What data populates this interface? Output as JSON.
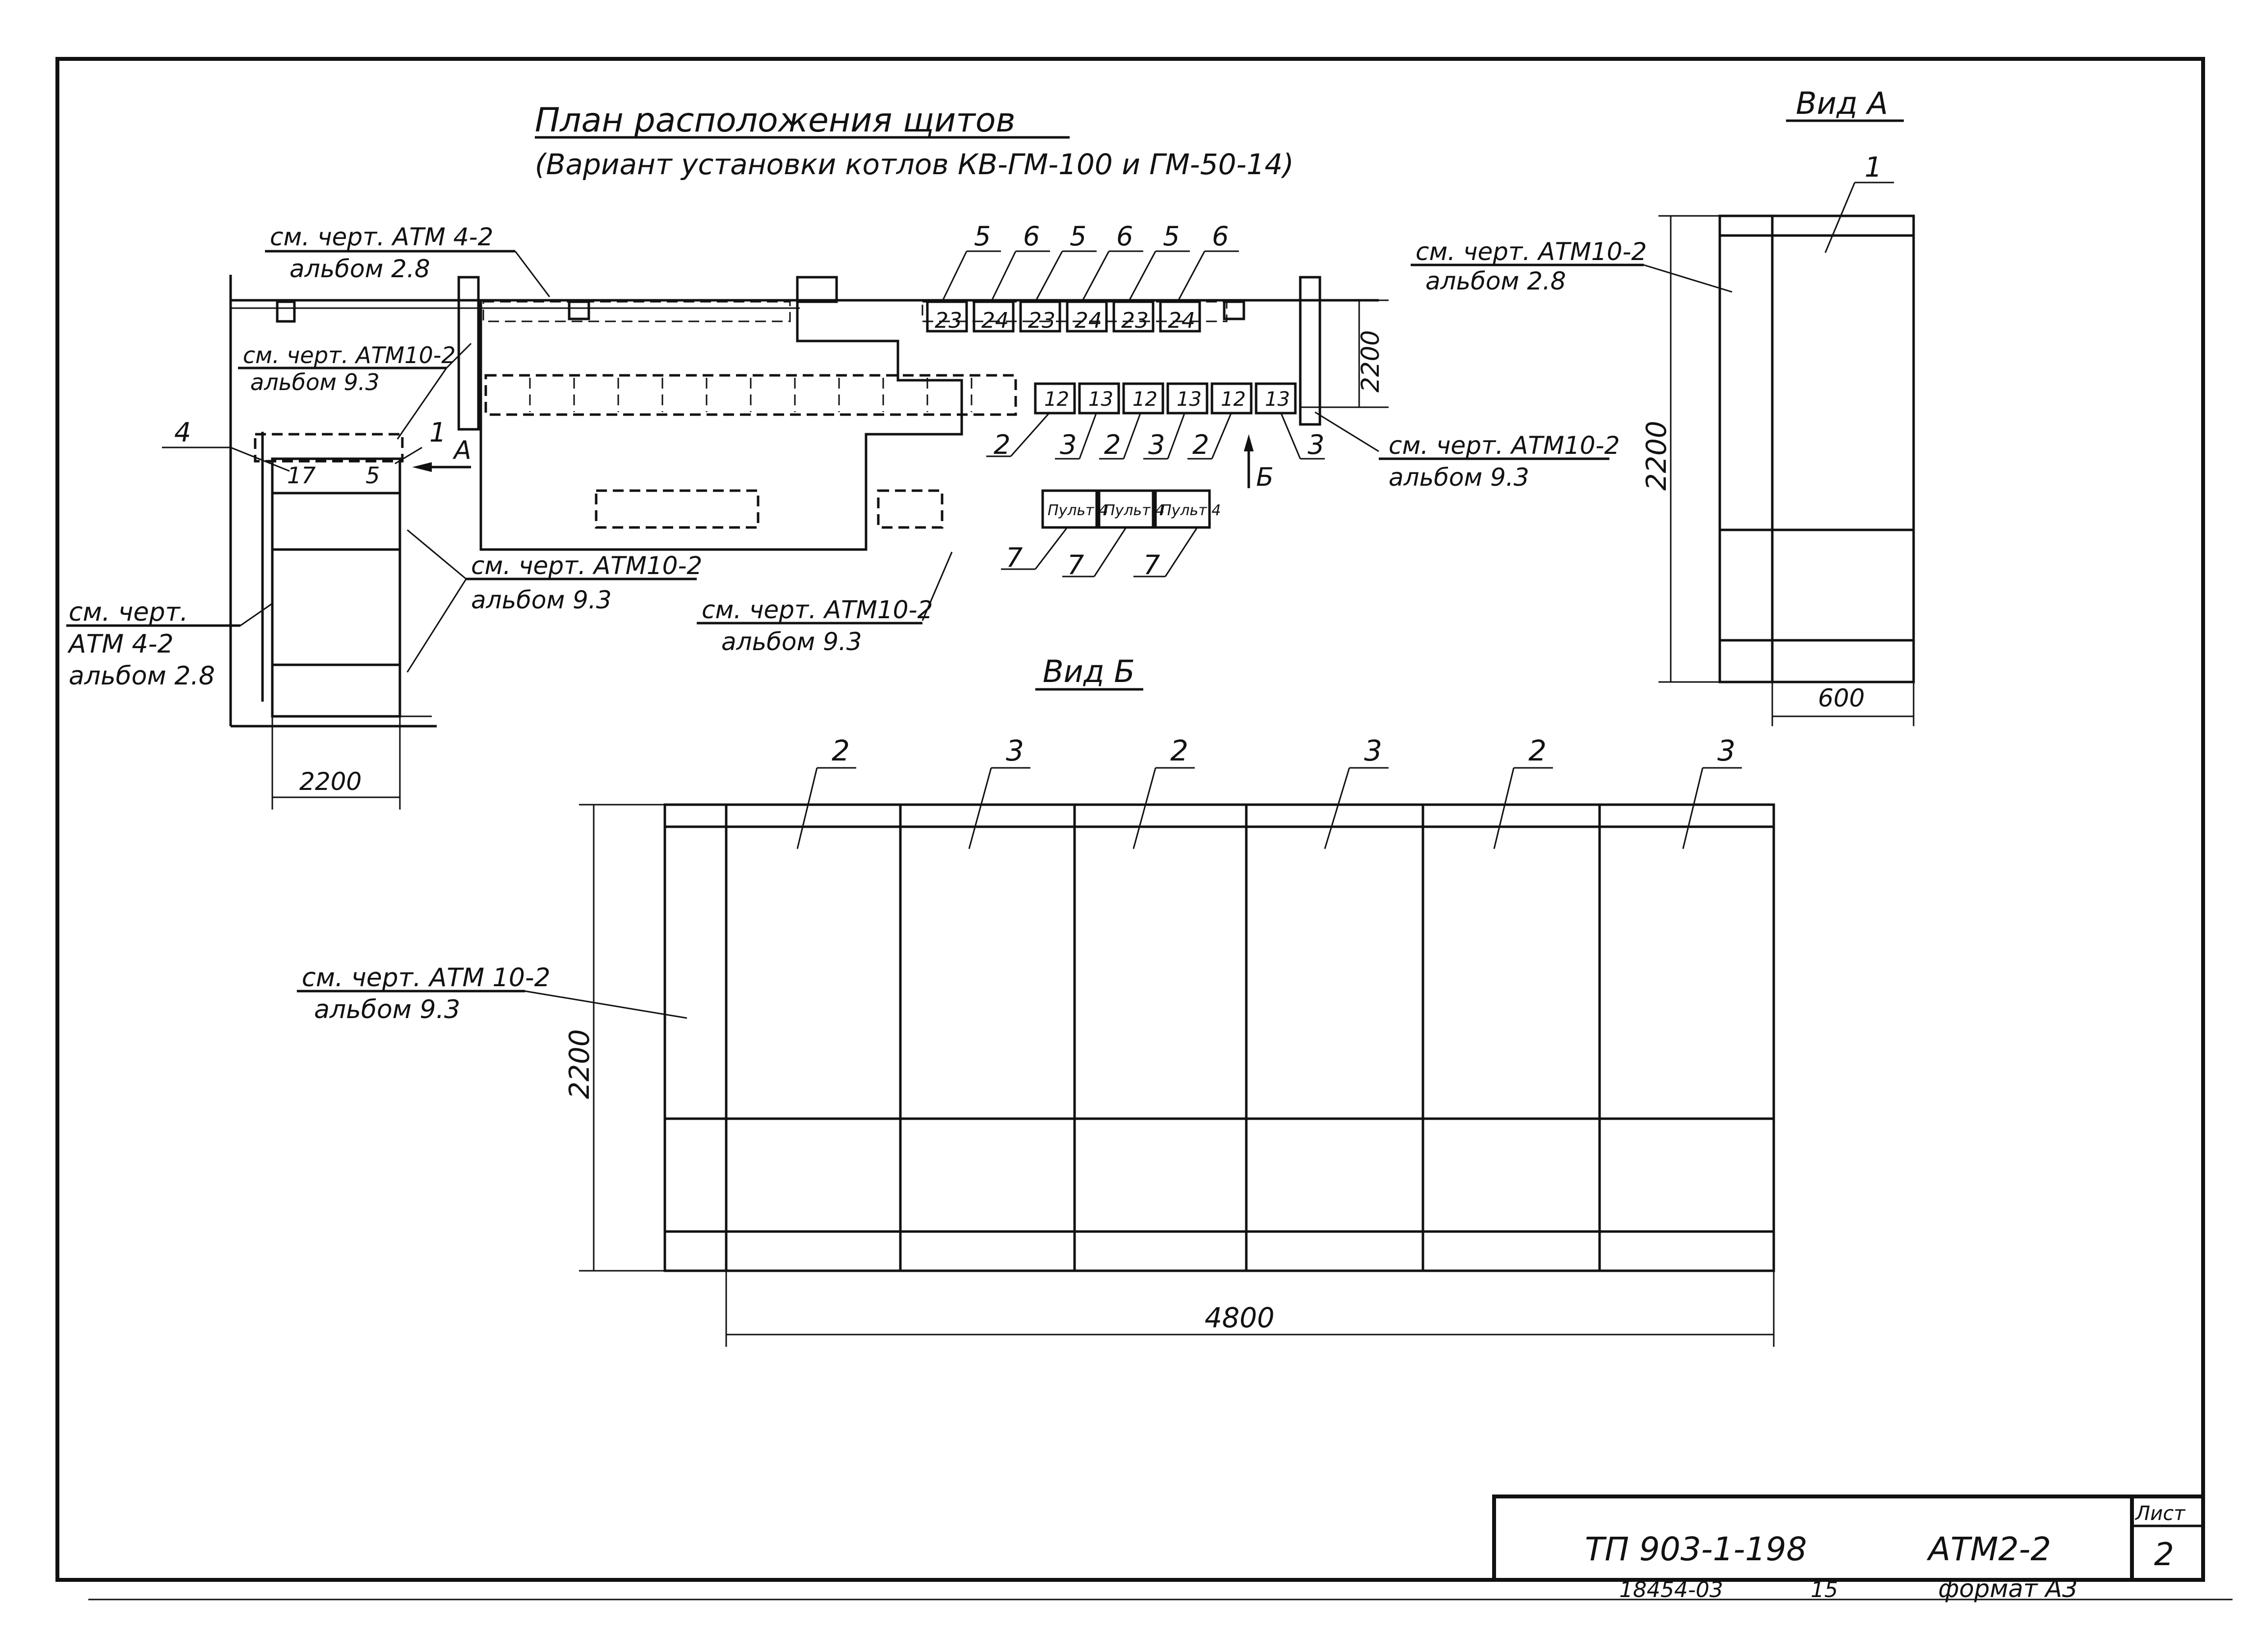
{
  "plan": {
    "title": "План   расположения   щитов",
    "subtitle": "(Вариант  установки  котлов КВ-ГМ-100 и ГМ-50-14)",
    "dim_2200_left": "2200",
    "dim_2200_right": "2200",
    "pos_numbers_top": [
      "5",
      "6",
      "5",
      "6",
      "5",
      "6"
    ],
    "cell_numbers_top": [
      "23",
      "24",
      "23",
      "24",
      "23",
      "24"
    ],
    "cell_numbers_mid": [
      "12",
      "13",
      "12",
      "13",
      "12",
      "13"
    ],
    "pos_numbers_bottom": [
      "2",
      "3",
      "2",
      "3",
      "2",
      "3"
    ],
    "label_4": "4",
    "label_1": "1",
    "label_17": "17",
    "label_5": "5",
    "label_A": "А",
    "label_B": "Б",
    "console_labels": [
      "Пульт 4",
      "Пульт 4",
      "Пульт 4"
    ],
    "console_pos": [
      "7",
      "7",
      "7"
    ],
    "ref_atm4_top_line1": "см. черт. АТМ 4-2",
    "ref_atm4_top_line2": "альбом 2.8",
    "ref_atm10_left_line1": "см. черт. АТМ10-2",
    "ref_atm10_left_line2": "альбом 9.3",
    "ref_atm10_mid_line1": "см. черт. АТМ10-2",
    "ref_atm10_mid_line2": "альбом 9.3",
    "ref_atm10_bottom_line1": "см. черт. АТМ10-2",
    "ref_atm10_bottom_line2": "альбом 9.3",
    "ref_atm10_right_line1": "см. черт. АТМ10-2",
    "ref_atm10_right_line2": "альбом 9.3",
    "ref_atm4_left_line1": "см. черт.",
    "ref_atm4_left_line2": "АТМ 4-2",
    "ref_atm4_left_line3": "альбом 2.8"
  },
  "view_a": {
    "title": "Вид А",
    "pos": "1",
    "ref_line1": "см. черт. АТМ10-2",
    "ref_line2": "альбом 2.8",
    "dim_height": "2200",
    "dim_width": "600"
  },
  "view_b": {
    "title": "Вид Б",
    "pos_numbers": [
      "2",
      "3",
      "2",
      "3",
      "2",
      "3"
    ],
    "ref_line1": "см. черт. АТМ 10-2",
    "ref_line2": "альбом 9.3",
    "dim_height": "2200",
    "dim_width": "4800"
  },
  "title_block": {
    "code": "ТП 903-1-198",
    "doc": "АТМ2-2",
    "sheet_label": "Лист",
    "sheet_number": "2",
    "inv_number": "18454-03",
    "page_number": "15",
    "format": "формат А3"
  }
}
